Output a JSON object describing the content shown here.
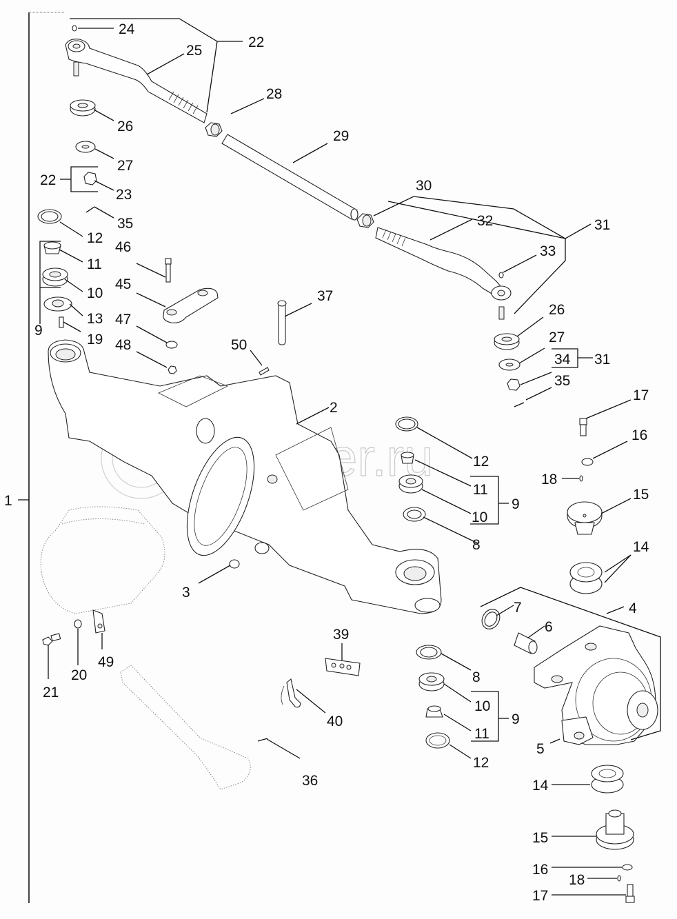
{
  "diagram": {
    "title": "Front axle assembly exploded view",
    "watermark": "autopiter.ru",
    "callouts": [
      {
        "id": "c1",
        "label": "1"
      },
      {
        "id": "c2",
        "label": "2"
      },
      {
        "id": "c3",
        "label": "3"
      },
      {
        "id": "c4",
        "label": "4"
      },
      {
        "id": "c5",
        "label": "5"
      },
      {
        "id": "c6",
        "label": "6"
      },
      {
        "id": "c7",
        "label": "7"
      },
      {
        "id": "c8a",
        "label": "8"
      },
      {
        "id": "c8b",
        "label": "8"
      },
      {
        "id": "c9a",
        "label": "9"
      },
      {
        "id": "c9b",
        "label": "9"
      },
      {
        "id": "c9c",
        "label": "9"
      },
      {
        "id": "c10a",
        "label": "10"
      },
      {
        "id": "c10b",
        "label": "10"
      },
      {
        "id": "c10c",
        "label": "10"
      },
      {
        "id": "c11a",
        "label": "11"
      },
      {
        "id": "c11b",
        "label": "11"
      },
      {
        "id": "c11c",
        "label": "11"
      },
      {
        "id": "c12a",
        "label": "12"
      },
      {
        "id": "c12b",
        "label": "12"
      },
      {
        "id": "c12c",
        "label": "12"
      },
      {
        "id": "c13",
        "label": "13"
      },
      {
        "id": "c14a",
        "label": "14"
      },
      {
        "id": "c14b",
        "label": "14"
      },
      {
        "id": "c15a",
        "label": "15"
      },
      {
        "id": "c15b",
        "label": "15"
      },
      {
        "id": "c16a",
        "label": "16"
      },
      {
        "id": "c16b",
        "label": "16"
      },
      {
        "id": "c17a",
        "label": "17"
      },
      {
        "id": "c17b",
        "label": "17"
      },
      {
        "id": "c18a",
        "label": "18"
      },
      {
        "id": "c18b",
        "label": "18"
      },
      {
        "id": "c19",
        "label": "19"
      },
      {
        "id": "c20",
        "label": "20"
      },
      {
        "id": "c21",
        "label": "21"
      },
      {
        "id": "c22a",
        "label": "22"
      },
      {
        "id": "c22b",
        "label": "22"
      },
      {
        "id": "c23",
        "label": "23"
      },
      {
        "id": "c24",
        "label": "24"
      },
      {
        "id": "c25",
        "label": "25"
      },
      {
        "id": "c26a",
        "label": "26"
      },
      {
        "id": "c26b",
        "label": "26"
      },
      {
        "id": "c27a",
        "label": "27"
      },
      {
        "id": "c27b",
        "label": "27"
      },
      {
        "id": "c28",
        "label": "28"
      },
      {
        "id": "c29",
        "label": "29"
      },
      {
        "id": "c30",
        "label": "30"
      },
      {
        "id": "c31a",
        "label": "31"
      },
      {
        "id": "c31b",
        "label": "31"
      },
      {
        "id": "c32",
        "label": "32"
      },
      {
        "id": "c33",
        "label": "33"
      },
      {
        "id": "c34",
        "label": "34"
      },
      {
        "id": "c35a",
        "label": "35"
      },
      {
        "id": "c35b",
        "label": "35"
      },
      {
        "id": "c36",
        "label": "36"
      },
      {
        "id": "c37",
        "label": "37"
      },
      {
        "id": "c39",
        "label": "39"
      },
      {
        "id": "c40",
        "label": "40"
      },
      {
        "id": "c45",
        "label": "45"
      },
      {
        "id": "c46",
        "label": "46"
      },
      {
        "id": "c47",
        "label": "47"
      },
      {
        "id": "c48",
        "label": "48"
      },
      {
        "id": "c49",
        "label": "49"
      },
      {
        "id": "c50",
        "label": "50"
      }
    ]
  }
}
